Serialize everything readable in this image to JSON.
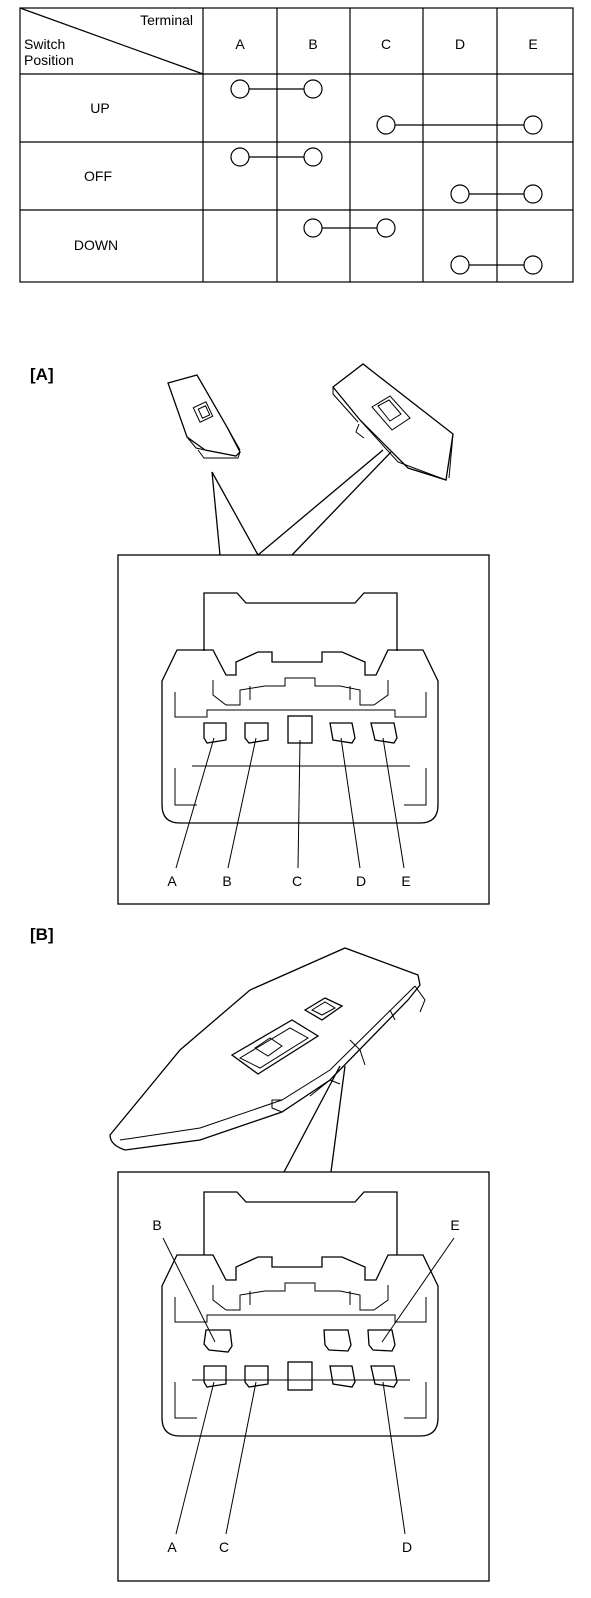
{
  "table": {
    "header_terminal": "Terminal",
    "header_switch": "Switch",
    "header_position": "Position",
    "terminals": [
      "A",
      "B",
      "C",
      "D",
      "E"
    ],
    "rows": [
      {
        "position": "UP",
        "connections": [
          [
            "A",
            "B"
          ],
          [
            "C",
            "E"
          ]
        ]
      },
      {
        "position": "OFF",
        "connections": [
          [
            "A",
            "B"
          ],
          [
            "D",
            "E"
          ]
        ]
      },
      {
        "position": "DOWN",
        "connections": [
          [
            "B",
            "C"
          ],
          [
            "D",
            "E"
          ]
        ]
      }
    ]
  },
  "section_a": {
    "label": "[A]",
    "pins": [
      "A",
      "B",
      "C",
      "D",
      "E"
    ]
  },
  "section_b": {
    "label": "[B]",
    "pins_top": [
      "B",
      "E"
    ],
    "pins_bottom": [
      "A",
      "C",
      "D"
    ]
  }
}
